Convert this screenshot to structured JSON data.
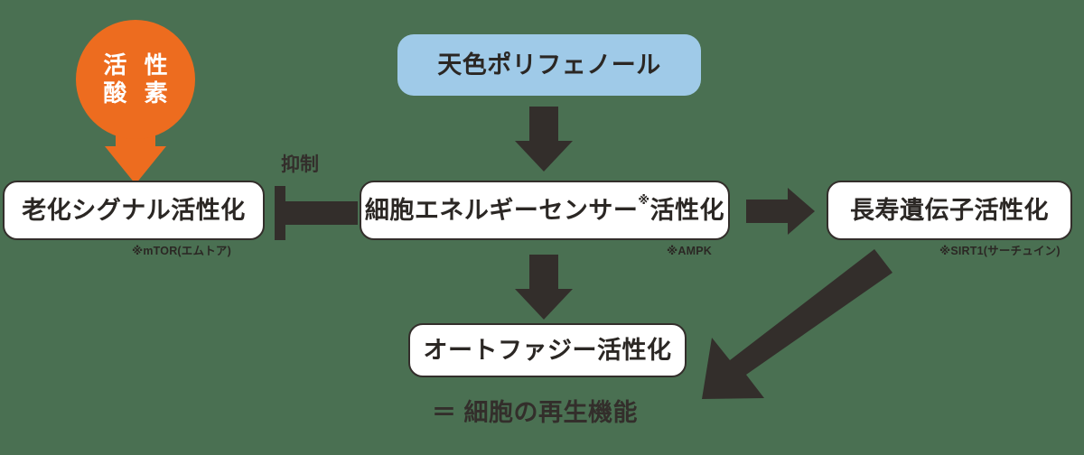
{
  "diagram": {
    "title_hidden": "",
    "background_color": "#4a7052",
    "accent_orange": "#ed6c1f",
    "accent_blue": "#9fcae8",
    "dark": "#332e2b"
  },
  "ros": {
    "line1": "活 性",
    "line2": "酸 素"
  },
  "source": {
    "label": "天色ポリフェノール"
  },
  "nodes": {
    "aging": {
      "label": "老化シグナル活性化",
      "footnote": "※mTOR(エムトア)"
    },
    "sensor": {
      "label_before": "細胞エネルギーセンサー",
      "label_sup": "※",
      "label_after": "活性化",
      "footnote": "※AMPK"
    },
    "longevity": {
      "label": "長寿遺伝子活性化",
      "footnote": "※SIRT1(サーチュイン)"
    },
    "autophagy": {
      "label": "オートファジー活性化"
    }
  },
  "edges": {
    "inhibition_label": "抑制"
  },
  "result": {
    "label": "＝ 細胞の再生機能"
  }
}
